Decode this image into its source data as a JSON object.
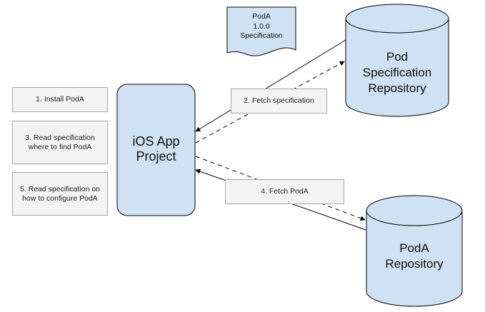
{
  "spec_document": {
    "line1": "PodA",
    "line2": "1.0.0",
    "line3": "Specification"
  },
  "ios_project": {
    "line1": "iOS App",
    "line2": "Project"
  },
  "spec_repo": {
    "line1": "Pod",
    "line2": "Specification",
    "line3": "Repository"
  },
  "poda_repo": {
    "line1": "PodA",
    "line2": "Repository"
  },
  "steps": {
    "install": "1. Install PodA",
    "fetch_spec": "2. Fetch specification",
    "read_where_l1": "3. Read specification",
    "read_where_l2": "where to find PodA",
    "fetch_poda": "4. Fetch PodA",
    "read_config_l1": "5. Read specification on",
    "read_config_l2": "how to configure PodA"
  },
  "colors": {
    "shape_fill": "#cfe2f3",
    "stroke": "#000000",
    "step_fill": "#f3f3f3",
    "step_border": "#a6a6a6"
  }
}
